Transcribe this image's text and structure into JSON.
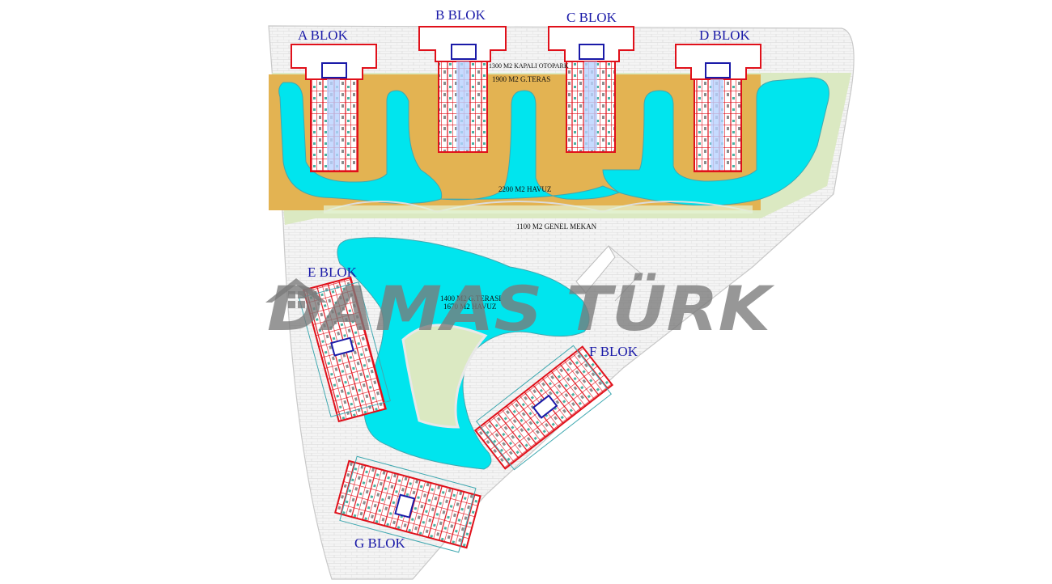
{
  "blocks": {
    "a": "A BLOK",
    "b": "B BLOK",
    "c": "C BLOK",
    "d": "D BLOK",
    "e": "E BLOK",
    "f": "F BLOK",
    "g": "G BLOK"
  },
  "areas": {
    "parking": "1300 M2 KAPALI OTOPARK",
    "terrace_top": "1900 M2 G.TERAS",
    "pool_top": "2200 M2 HAVUZ",
    "common": "1100 M2 GENEL MEKAN",
    "terrace_center": "1400 M2 G.TERASI",
    "pool_center": "1670 M2 HAVUZ"
  },
  "watermark": "DAMAS TÜRK",
  "colors": {
    "pool": "#00e5ee",
    "terrace": "#e3b352",
    "lawn": "#dbe9c2",
    "walls": "#e0101a",
    "label_blue": "#1a1aa8"
  }
}
